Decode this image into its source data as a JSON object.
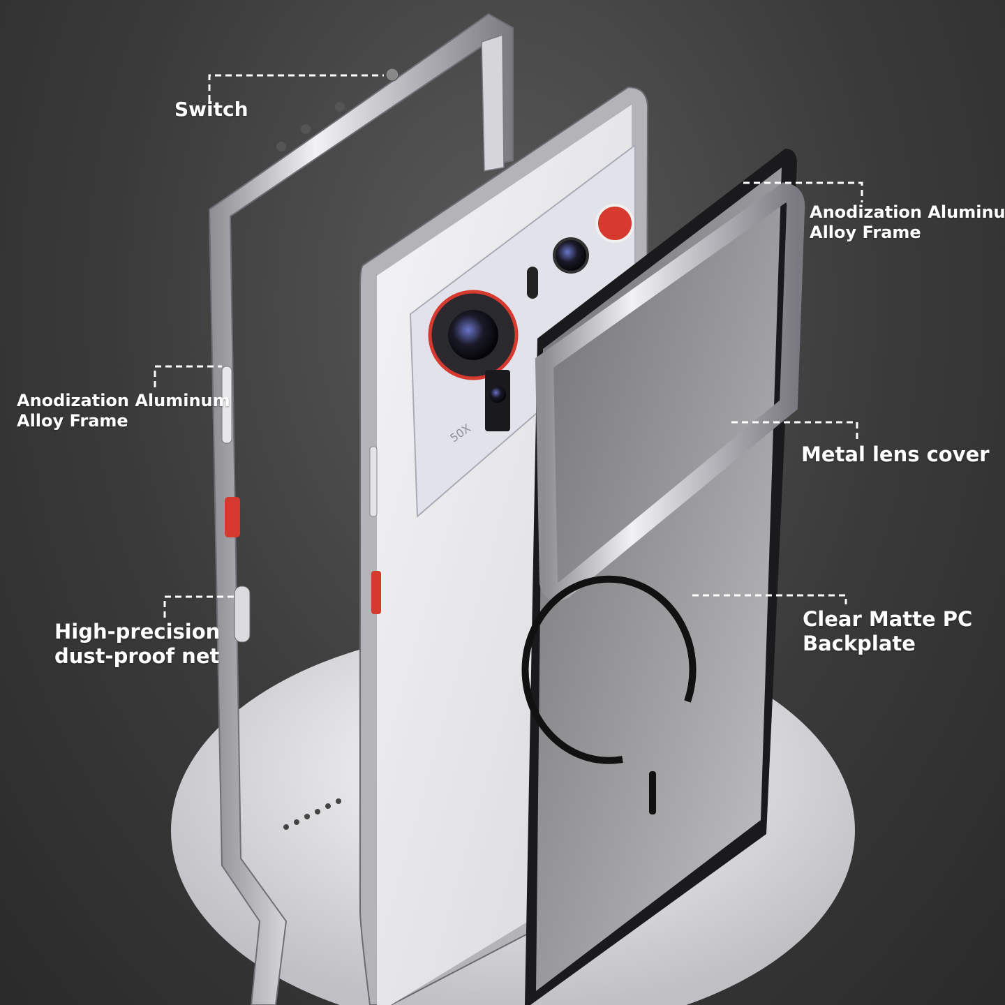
{
  "callouts": {
    "switch": "Switch",
    "frame_right": [
      "Anodization Aluminum",
      "Alloy Frame"
    ],
    "frame_left": [
      "Anodization Aluminum",
      "Alloy Frame"
    ],
    "lens_cover": "Metal lens cover",
    "dust_net": [
      "High-precision",
      "dust-proof net"
    ],
    "backplate": [
      "Clear Matte PC",
      "Backplate"
    ]
  },
  "product_marks": {
    "camera_badge": "50X"
  },
  "colors": {
    "background": "#3a3a3a",
    "frame_silver": "#c8c8cc",
    "accent_red": "#d63a2e",
    "callout_line": "#ffffff"
  }
}
